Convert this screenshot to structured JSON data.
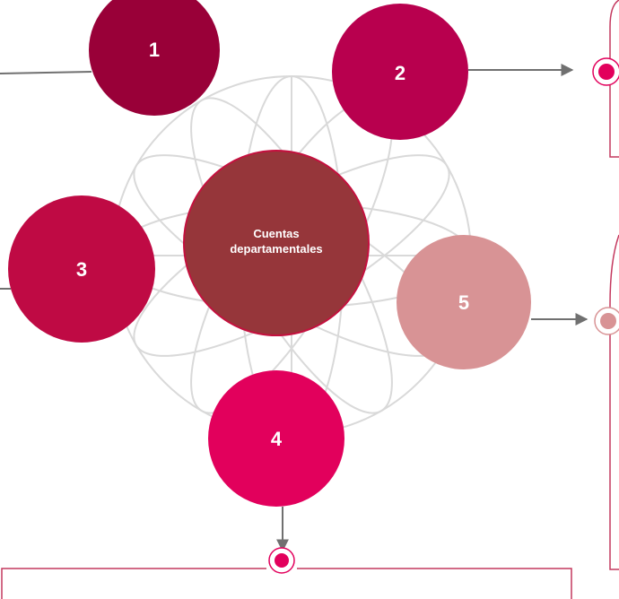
{
  "center": {
    "line1": "Cuentas",
    "line2": "departamentales",
    "color": "#96363A"
  },
  "nodes": [
    {
      "label": "1",
      "color": "#990038"
    },
    {
      "label": "2",
      "color": "#B8004E"
    },
    {
      "label": "3",
      "color": "#BF0A44"
    },
    {
      "label": "4",
      "color": "#E2005C"
    },
    {
      "label": "5",
      "color": "#D89395"
    }
  ],
  "colors": {
    "accent": "#E2005C",
    "panel_border": "#C4385E",
    "arrow": "#707070",
    "decoration": "#D9D9D9"
  }
}
